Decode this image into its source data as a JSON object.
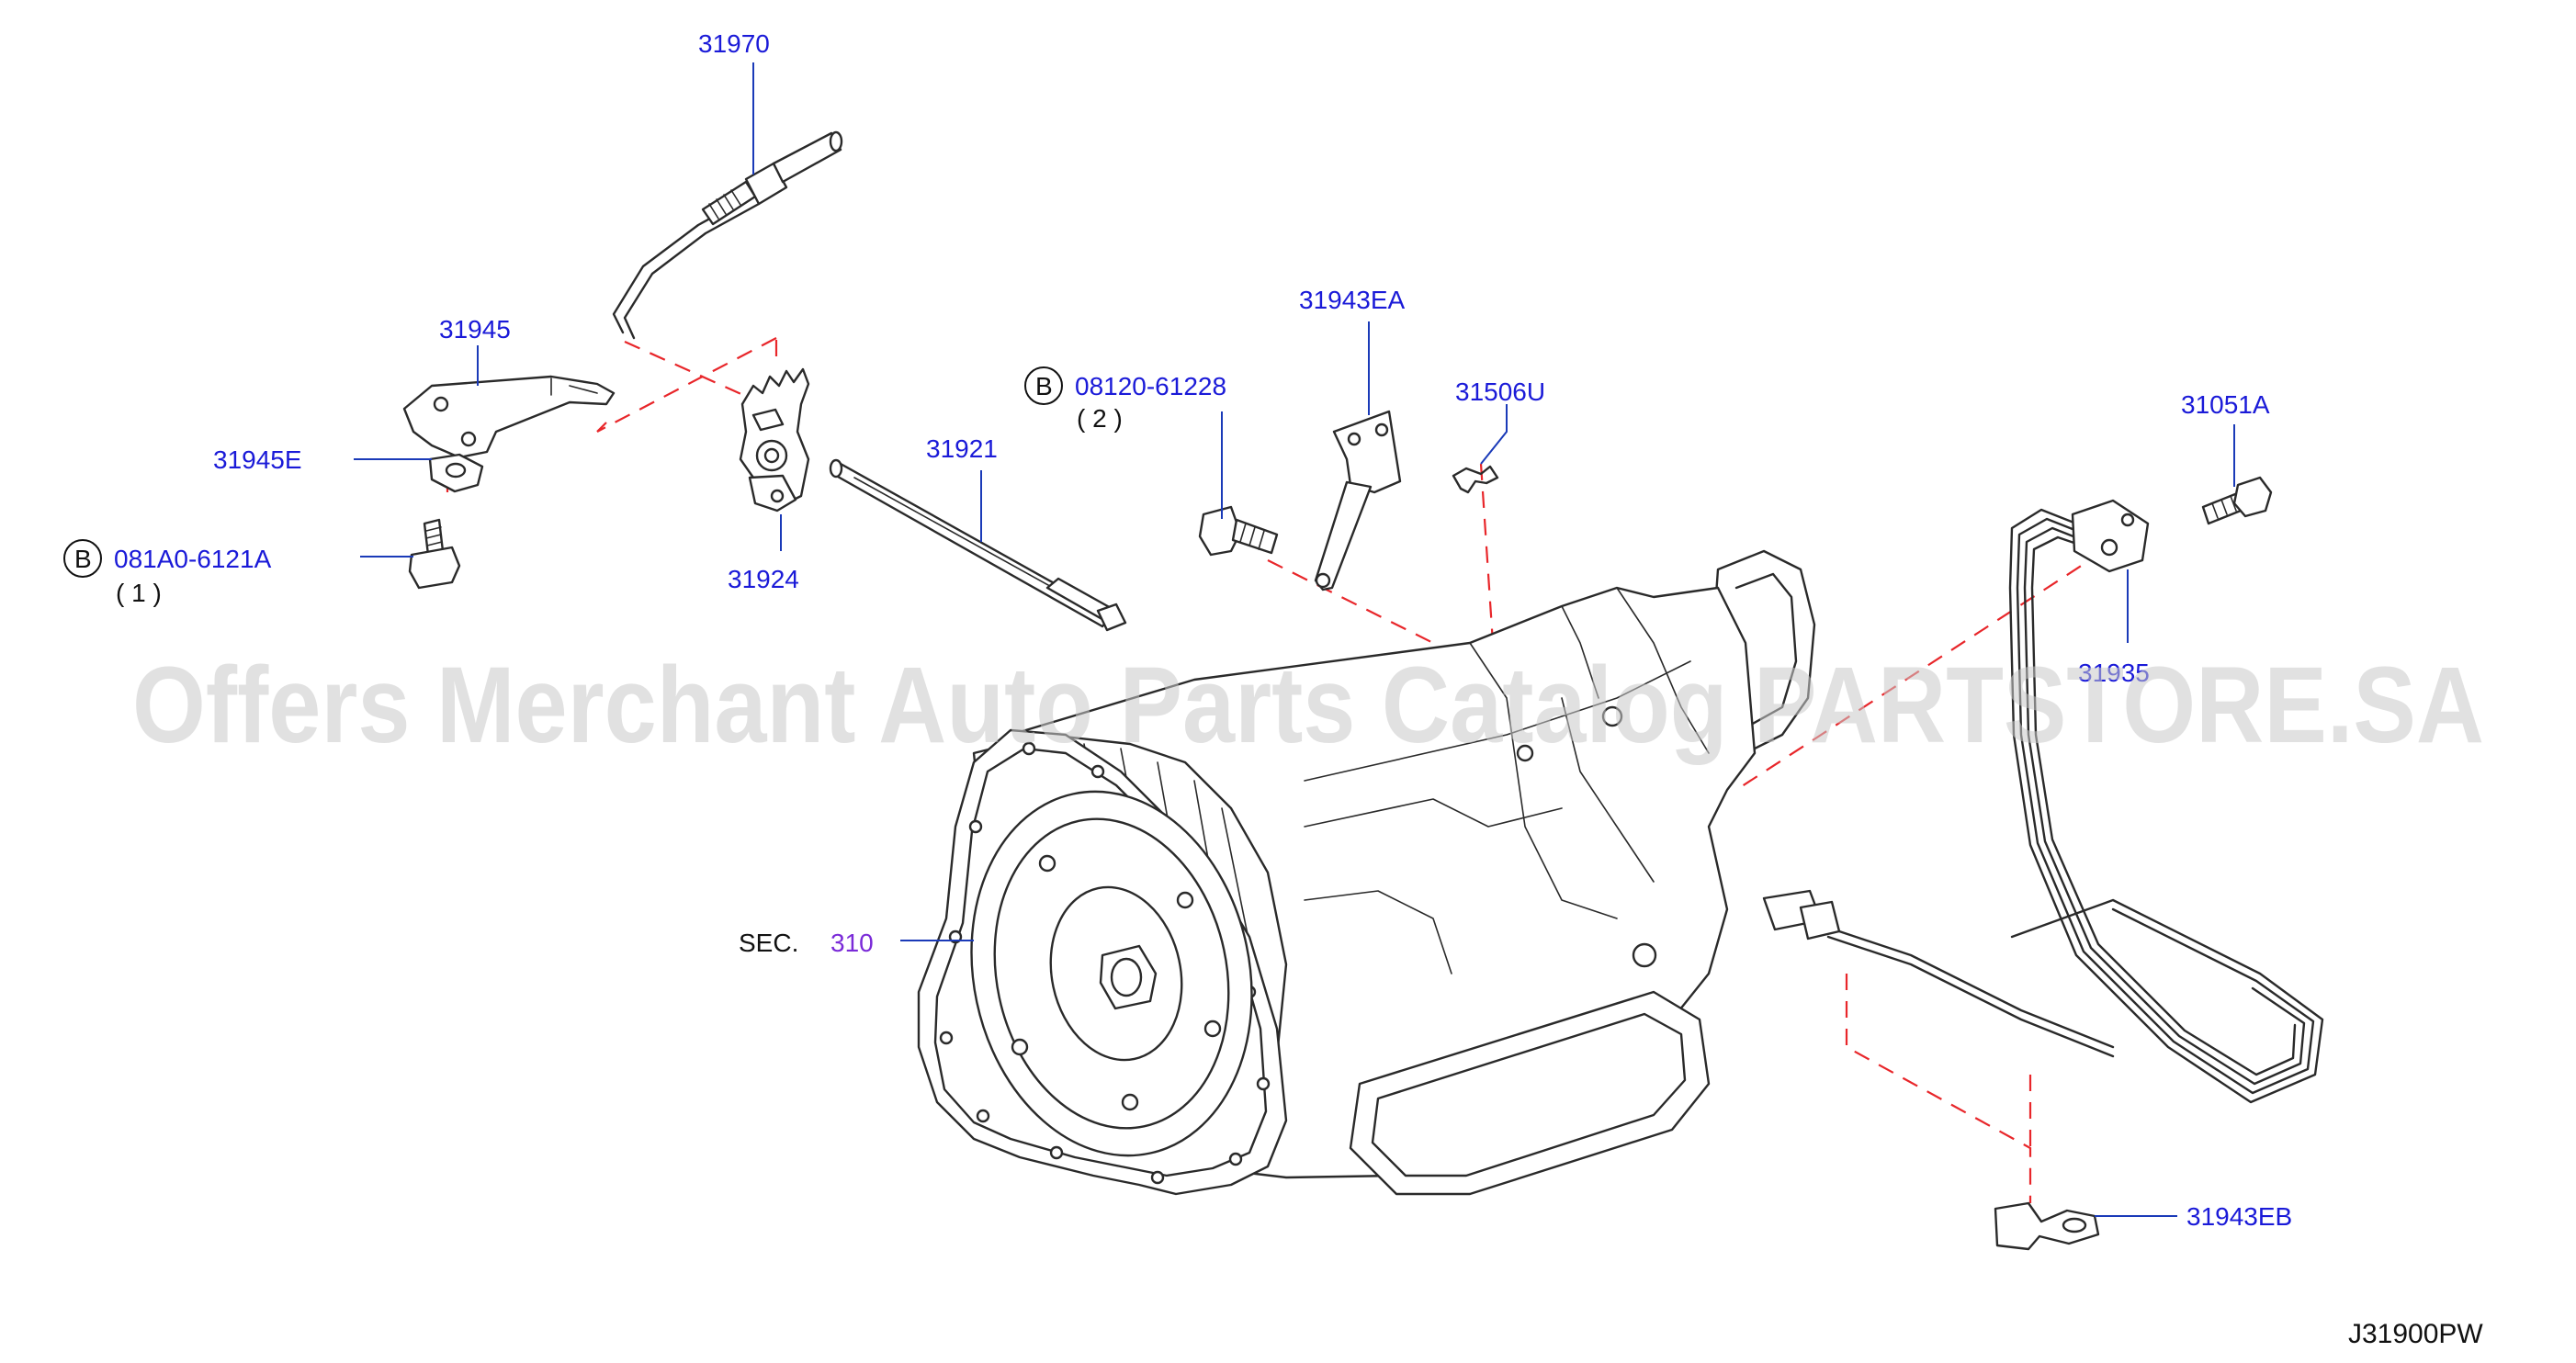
{
  "watermark": "Offers Merchant Auto Parts Catalog PARTSTORE.SA",
  "figure_id": "J31900PW",
  "callouts": {
    "p31970": "31970",
    "p31945": "31945",
    "p31945E": "31945E",
    "p081A0": "081A0-6121A",
    "p081A0_qty": "( 1 )",
    "p31924": "31924",
    "p31921": "31921",
    "p08120": "08120-61228",
    "p08120_qty": "( 2 )",
    "p31943EA": "31943EA",
    "p31506U": "31506U",
    "p31051A": "31051A",
    "p31935": "31935",
    "sec_label": "SEC.",
    "sec_num": "310",
    "p31943EB": "31943EB",
    "bolt_marker": "B"
  },
  "colors": {
    "callout_text": "#1a1ad8",
    "section_ref": "#7a2ad8",
    "dashed_line": "#e8262a",
    "outline": "#2a2a2a"
  }
}
